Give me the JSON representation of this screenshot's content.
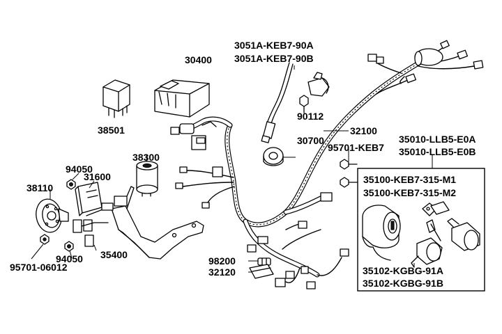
{
  "diagram": {
    "labels": {
      "p30400": "30400",
      "p3051A_90A": "3051A-KEB7-90A",
      "p3051A_90B": "3051A-KEB7-90B",
      "p38501": "38501",
      "p90112": "90112",
      "p30700": "30700",
      "p32100": "32100",
      "p95701_KEB7": "95701-KEB7",
      "p35010_E0A": "35010-LLB5-E0A",
      "p35010_E0B": "35010-LLB5-E0B",
      "p38300": "38300",
      "p94050_top": "94050",
      "p31600": "31600",
      "p38110": "38110",
      "p35100_M1": "35100-KEB7-315-M1",
      "p35100_M2": "35100-KEB7-315-M2",
      "p94050_bot": "94050",
      "p35400": "35400",
      "p95701_06012": "95701-06012",
      "p98200": "98200",
      "p32120": "32120",
      "p35102_91A": "35102-KGBG-91A",
      "p35102_91B": "35102-KGBG-91B"
    }
  }
}
